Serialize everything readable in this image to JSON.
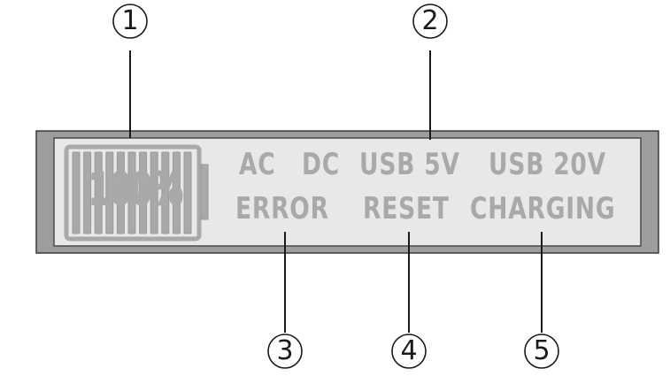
{
  "display": {
    "battery_level": "100%",
    "battery_fill_fraction": 1.0,
    "row1": {
      "ac": "AC",
      "dc": "DC",
      "usb5v": "USB 5V",
      "usb20v": "USB 20V"
    },
    "row2": {
      "error": "ERROR",
      "reset": "RESET",
      "charging": "CHARGING"
    }
  },
  "callouts": [
    "1",
    "2",
    "3",
    "4",
    "5"
  ],
  "colors": {
    "frame_outer": "#9d9d9d",
    "screen": "#e8e8e8",
    "segment": "#a9a9a9",
    "line": "#1a1a1a"
  }
}
